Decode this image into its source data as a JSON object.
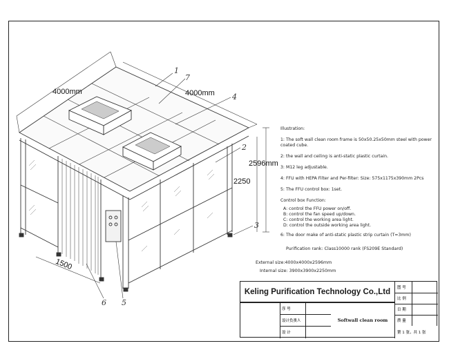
{
  "dimensions": {
    "length": "4000mm",
    "width": "4000mm",
    "total_height": "2596mm",
    "inner_height": "2250",
    "door_width": "1500"
  },
  "callouts": [
    "1",
    "7",
    "4",
    "2",
    "3",
    "6",
    "5"
  ],
  "notes": {
    "title": "Illustration:",
    "items": [
      "1: The soft wall clean room frame is 50x50.25x50mm steel with power",
      "coated cube.",
      "2:  the wall and ceiling is anti-static plastic curtain.",
      "3: M12 leg adjustable.",
      "4: FFU with HEPA Filter and Per-filter: Size: 575x1175x390mm 2Pcs",
      "5: The FFU control box: 1set."
    ],
    "control_title": "Control box Function:",
    "control_items": [
      "A: control the FFU power on/off.",
      "B: control the fan speed up/down.",
      "C: control the working area light.",
      "D: control the outside working area light."
    ],
    "door": "6: The door make of anti-static plastic strip curtain (T=3mm)"
  },
  "purification": "Purification rank:  Class10000 rank (FS209E Standard)",
  "external_size": "External size:4000x4000x2596mm",
  "internal_size": "Internal size:  3900x3900x2250mm",
  "title_block": {
    "company": "Keling Purification Technology Co.,Ltd",
    "product": "Softwall clean room",
    "left_labels": [
      "序  号",
      "设计负责人",
      "设  计"
    ],
    "right_labels": [
      "图 号",
      "比 例",
      "日 期",
      "质 量",
      "第 1 张，共 1 张"
    ]
  }
}
